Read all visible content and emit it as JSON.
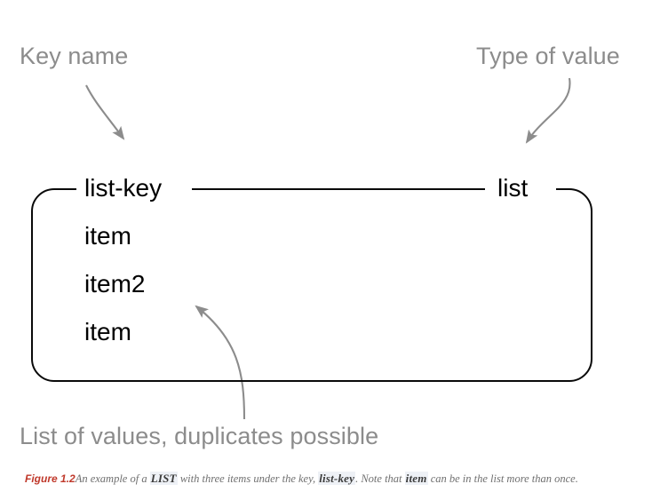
{
  "diagram": {
    "title_annotations": {
      "key_name": "Key name",
      "type_of_value": "Type of value",
      "list_of_values": "List of values, duplicates possible"
    },
    "box": {
      "key_label": "list-key",
      "type_label": "list",
      "items": [
        {
          "label": "item"
        },
        {
          "label": "item2"
        },
        {
          "label": "item"
        }
      ]
    },
    "colors": {
      "annotation_grey": "#8c8c8c",
      "box_border": "#0a0a0a",
      "arrow_grey": "#8c8c8c",
      "figure_number_red": "#c0392b",
      "code_highlight": "#eef1f6",
      "caption_grey": "#6f6f6f"
    },
    "arrows": [
      {
        "name": "arrow-key-name-to-list-key",
        "from": "Key name",
        "to": "list-key"
      },
      {
        "name": "arrow-type-to-list",
        "from": "Type of value",
        "to": "list"
      },
      {
        "name": "arrow-values-to-item2",
        "from": "List of values, duplicates possible",
        "to": "item2"
      }
    ]
  },
  "caption": {
    "figure_number": "Figure 1.2",
    "part1": "An example of a ",
    "code1": "LIST",
    "part2": " with three items under the key, ",
    "code2": "list-key",
    "part3": ". Note that ",
    "code3": "item",
    "part4": " can be in the list more than once."
  }
}
